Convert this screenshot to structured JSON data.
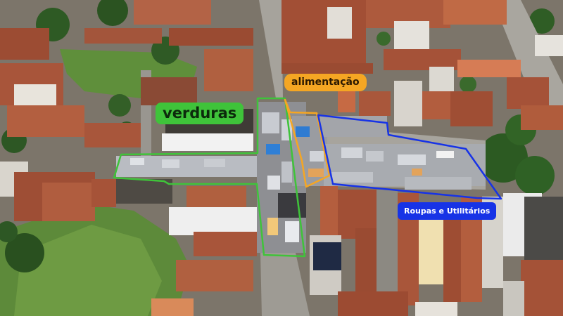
{
  "zones": [
    {
      "id": "verduras",
      "label": "verduras",
      "outline_color": "#3fc33a",
      "label_color": "#3fc33a",
      "text_color": "#0c2a0c"
    },
    {
      "id": "alimentacao",
      "label": "alimentação",
      "outline_color": "#f5a623",
      "label_color": "#f5a623",
      "text_color": "#2b1800"
    },
    {
      "id": "roupas",
      "label": "Roupas e Utilitários",
      "outline_color": "#1733e6",
      "label_color": "#1733e6",
      "text_color": "#ffffff"
    }
  ]
}
